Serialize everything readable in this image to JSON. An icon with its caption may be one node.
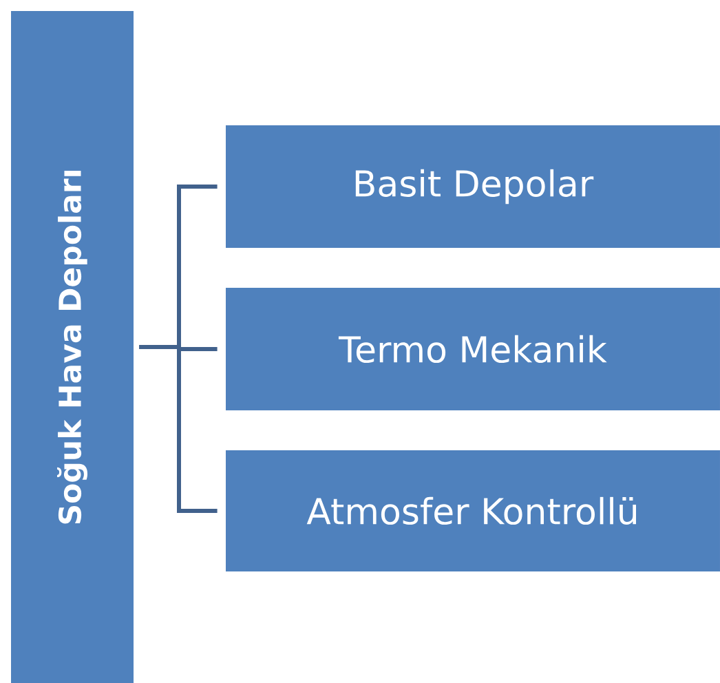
{
  "diagram": {
    "nodes": [
      {
        "text": [
          "Soğuk Hava Depoları"
        ]
      },
      {
        "text": [
          "Basit Depolar"
        ]
      },
      {
        "text": [
          "Termo Mekanik"
        ]
      },
      {
        "text": [
          "Atmosfer Kontrollü"
        ]
      }
    ],
    "edges": [
      {
        "from": 0,
        "to": 1,
        "arrow": "none"
      },
      {
        "from": 0,
        "to": 2,
        "arrow": "none"
      },
      {
        "from": 0,
        "to": 3,
        "arrow": "none"
      }
    ]
  }
}
